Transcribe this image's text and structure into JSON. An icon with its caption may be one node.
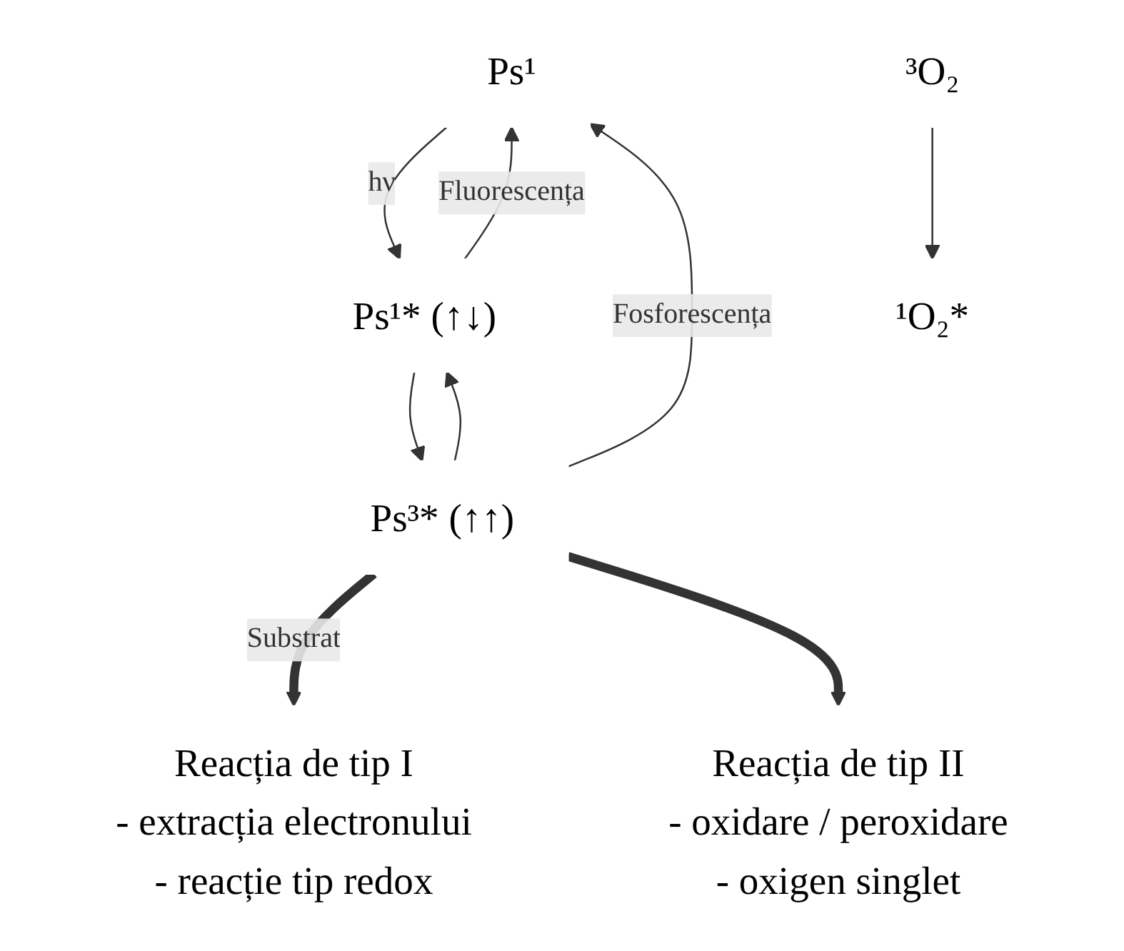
{
  "diagram": {
    "nodes": [
      {
        "text": [
          "Ps¹"
        ]
      },
      {
        "text": [
          "Ps¹* (↑↓)"
        ]
      },
      {
        "text": [
          "Ps³* (↑↑)"
        ]
      },
      {
        "text": [
          "³O₂"
        ]
      },
      {
        "text": [
          "¹O₂*"
        ]
      },
      {
        "text": [
          "Reacția de tip I",
          "- extracția electronului",
          "- reacție tip redox"
        ]
      },
      {
        "text": [
          "Reacția de tip II",
          "- oxidare / peroxidare",
          "- oxigen singlet"
        ]
      }
    ],
    "edges": [
      {
        "from": 0,
        "to": 1,
        "arrow": "to",
        "label": "hν"
      },
      {
        "from": 1,
        "to": 0,
        "arrow": "to",
        "label": "Fluorescența"
      },
      {
        "from": 1,
        "to": 2,
        "arrow": "to"
      },
      {
        "from": 2,
        "to": 1,
        "arrow": "to"
      },
      {
        "from": 2,
        "to": 0,
        "arrow": "to",
        "label": "Fosforescența"
      },
      {
        "from": 2,
        "to": 5,
        "arrow": "to",
        "label": "Substrat",
        "style": "thick"
      },
      {
        "from": 2,
        "to": 6,
        "arrow": "to",
        "style": "thick"
      },
      {
        "from": 3,
        "to": 4,
        "arrow": "to"
      }
    ]
  }
}
